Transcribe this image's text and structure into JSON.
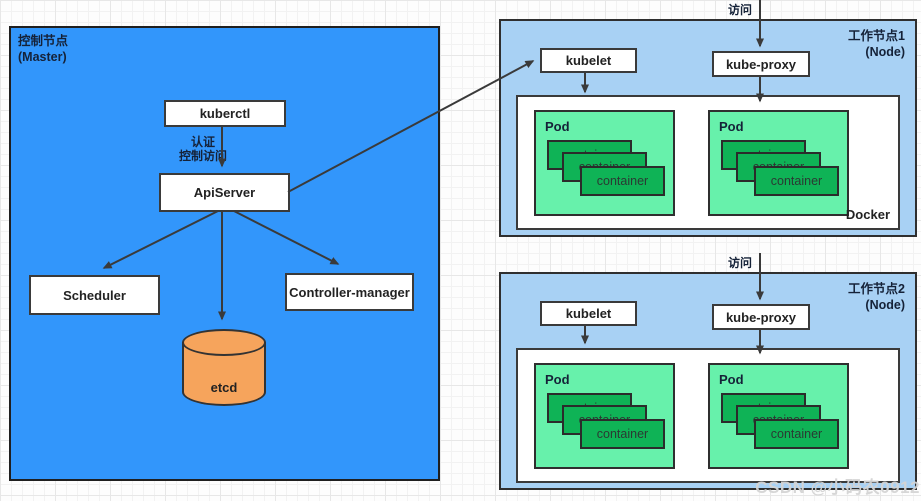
{
  "diagram": {
    "watermark": "CSDN @小码农0912",
    "master": {
      "title_line1": "控制节点",
      "title_line2": "(Master)",
      "kuberctl_label": "kuberctl",
      "auth_line1": "认证",
      "auth_line2": "控制访问",
      "apiserver_label": "ApiServer",
      "scheduler_label": "Scheduler",
      "controller_manager_label": "Controller-manager",
      "etcd_label": "etcd"
    },
    "nodes": [
      {
        "title_line1": "工作节点1",
        "title_line2": "(Node)",
        "visit_label": "访问",
        "kubelet_label": "kubelet",
        "kube_proxy_label": "kube-proxy",
        "docker_label": "Docker",
        "pod_label": "Pod",
        "container_label": "container"
      },
      {
        "title_line1": "工作节点2",
        "title_line2": "(Node)",
        "visit_label": "访问",
        "kubelet_label": "kubelet",
        "kube_proxy_label": "kube-proxy",
        "pod_label": "Pod",
        "container_label": "container"
      }
    ],
    "colors": {
      "master_fill": "#3296FB",
      "node_fill": "#A8D1F4",
      "pod_fill": "#67F1AB",
      "container_fill": "#0FB356",
      "etcd_fill": "#F6A45C",
      "arrow": "#3A3A3A"
    }
  }
}
